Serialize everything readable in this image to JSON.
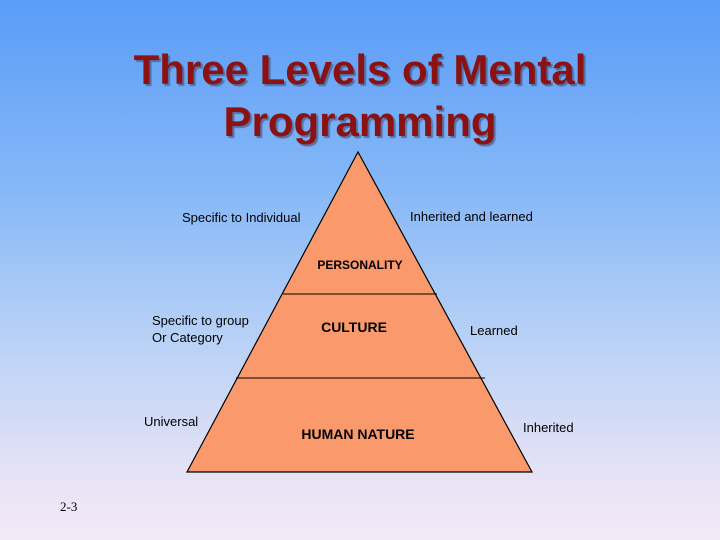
{
  "slide": {
    "title_lines": [
      "Three Levels of Mental",
      "Programming"
    ],
    "number": "2-3"
  },
  "colors": {
    "title": "#8b1212",
    "pyramid_fill": "#fa9a6c",
    "pyramid_stroke": "#000000"
  },
  "pyramid": {
    "levels": [
      {
        "name": "PERSONALITY",
        "left_label": [
          "Specific to Individual"
        ],
        "right_label": [
          "Inherited and learned"
        ]
      },
      {
        "name": "CULTURE",
        "left_label": [
          "Specific to group",
          "Or Category"
        ],
        "right_label": [
          "Learned"
        ]
      },
      {
        "name": "HUMAN NATURE",
        "left_label": [
          "Universal"
        ],
        "right_label": [
          "Inherited"
        ]
      }
    ]
  }
}
